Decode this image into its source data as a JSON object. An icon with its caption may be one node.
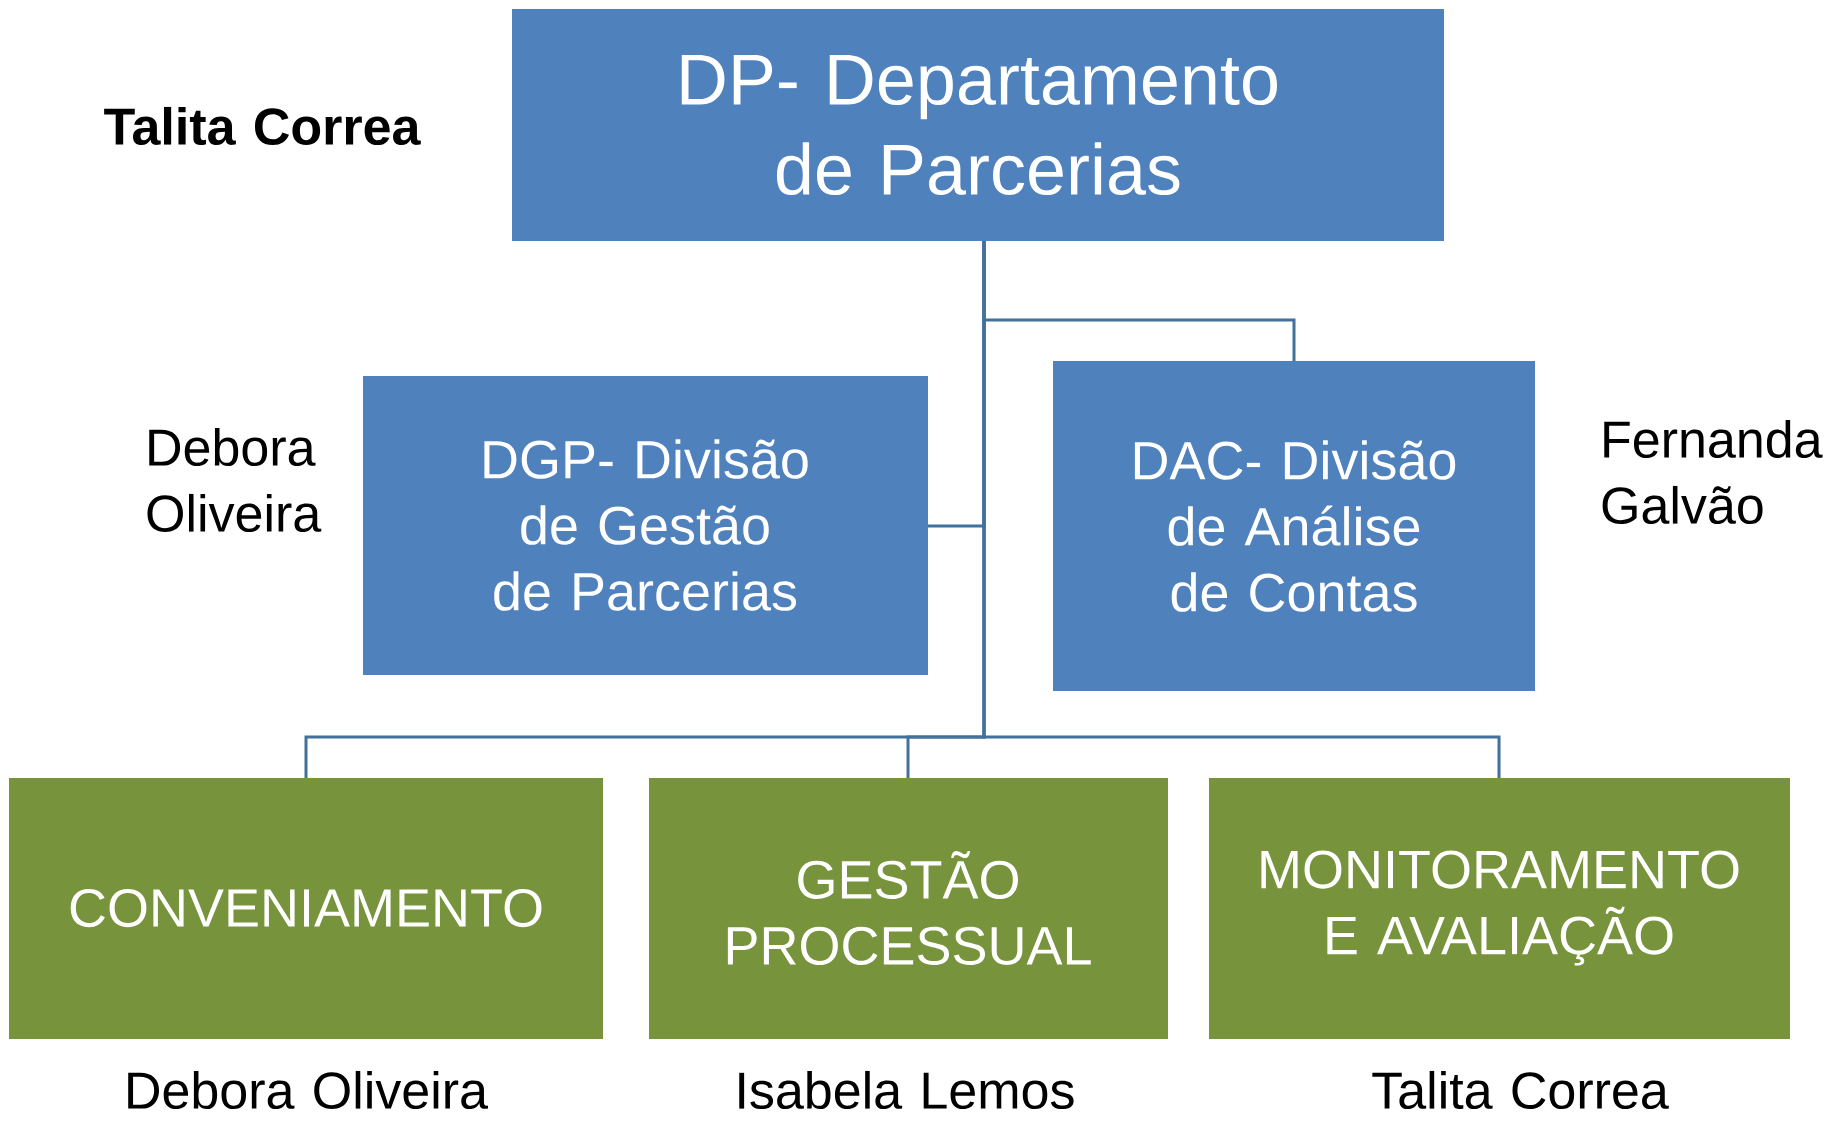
{
  "diagram": {
    "nodes": [
      {
        "text": [
          "DP- Departamento de Parcerias"
        ],
        "beside": [
          "Talita Correa"
        ]
      },
      {
        "text": [
          "DGP- Divisão de Gestão de Parcerias"
        ],
        "beside": [
          "Debora Oliveira"
        ]
      },
      {
        "text": [
          "DAC- Divisão de Análise de Contas"
        ],
        "beside": [
          "Fernanda Galvão"
        ]
      },
      {
        "text": [
          "CONVENIAMENTO"
        ],
        "beside": [
          "Debora Oliveira"
        ]
      },
      {
        "text": [
          "GESTÃO PROCESSUAL"
        ],
        "beside": [
          "Isabela Lemos"
        ]
      },
      {
        "text": [
          "MONITORAMENTO E AVALIAÇÃO"
        ],
        "beside": [
          "Talita Correa"
        ]
      }
    ],
    "edges": [
      {
        "from": 0,
        "to": 1,
        "arrow": "none"
      },
      {
        "from": 0,
        "to": 2,
        "arrow": "none"
      },
      {
        "from": 0,
        "to": 3,
        "arrow": "none"
      },
      {
        "from": 0,
        "to": 4,
        "arrow": "none"
      },
      {
        "from": 0,
        "to": 5,
        "arrow": "none"
      }
    ]
  }
}
